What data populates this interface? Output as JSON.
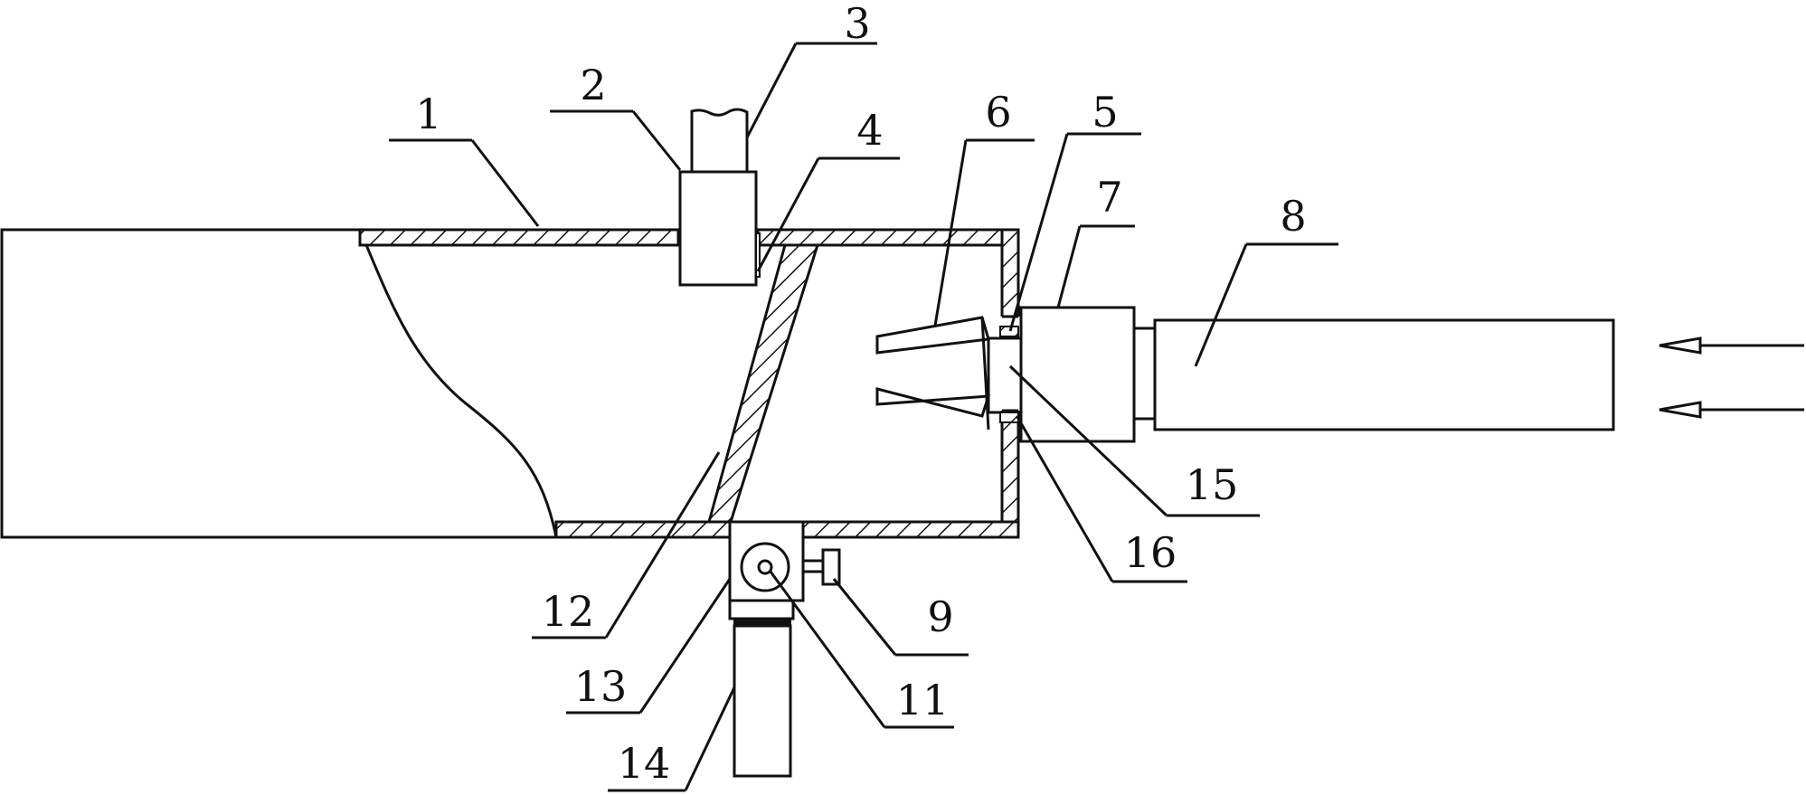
{
  "colors": {
    "line": "#111111",
    "background": "#ffffff"
  },
  "labels": {
    "l1": "1",
    "l2": "2",
    "l3": "3",
    "l4": "4",
    "l5": "5",
    "l6": "6",
    "l7": "7",
    "l8": "8",
    "l9": "9",
    "l11": "11",
    "l12": "12",
    "l13": "13",
    "l14": "14",
    "l15": "15",
    "l16": "16"
  }
}
